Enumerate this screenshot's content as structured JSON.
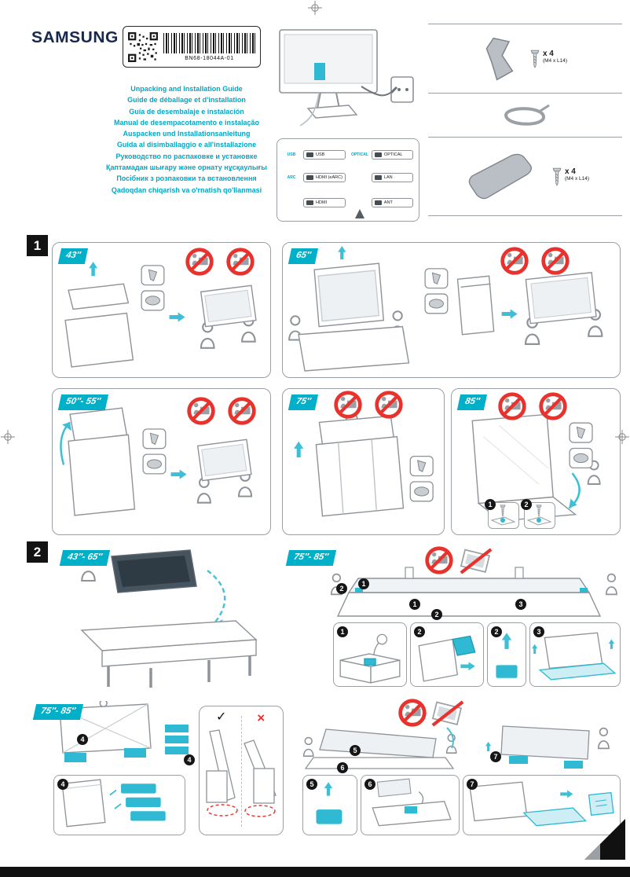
{
  "header": {
    "brand": "SAMSUNG",
    "part_number": "BN68-18044A-01",
    "titles": [
      "Unpacking and Installation Guide",
      "Guide de déballage et d'installation",
      "Guía de desembalaje e instalación",
      "Manual de desempacotamento e instalação",
      "Auspacken und Installationsanleitung",
      "Guida al disimballaggio e all'installazione",
      "Руководство по распаковке и установке",
      "Қаптамадан шығару және орнату нұсқаулығы",
      "Посібник з розпаковки та встановлення",
      "Qadoqdan chiqarish va o'rnatish qo'llanmasi"
    ]
  },
  "ports": {
    "left": [
      {
        "device_label": "USB",
        "port_label": "USB"
      },
      {
        "device_label": "ARC",
        "port_label": "HDMI (eARC)"
      },
      {
        "device_label": "",
        "port_label": "HDMI"
      }
    ],
    "right": [
      {
        "device_label": "OPTICAL",
        "port_label": "OPTICAL"
      },
      {
        "device_label": "",
        "port_label": "LAN"
      },
      {
        "device_label": "",
        "port_label": "ANT"
      }
    ]
  },
  "accessories": {
    "screw_qty": "x 4",
    "screw_spec": "(M4 x L14)"
  },
  "sections": {
    "one": {
      "number": "1"
    },
    "two": {
      "number": "2"
    }
  },
  "sizes": {
    "s43": "43″",
    "s65": "65″",
    "s50_55": "50″- 55″",
    "s75": "75″",
    "s85": "85″",
    "s43_65": "43″- 65″",
    "s75_85": "75″- 85″"
  },
  "steps": {
    "s1": "1",
    "s2": "2",
    "s3": "3",
    "s4": "4",
    "s5": "5",
    "s6": "6",
    "s7": "7"
  },
  "marks": {
    "check": "✓",
    "cross": "×"
  },
  "colors": {
    "accent_cyan": "#00b0c8",
    "prohibition_red": "#e8322d"
  }
}
